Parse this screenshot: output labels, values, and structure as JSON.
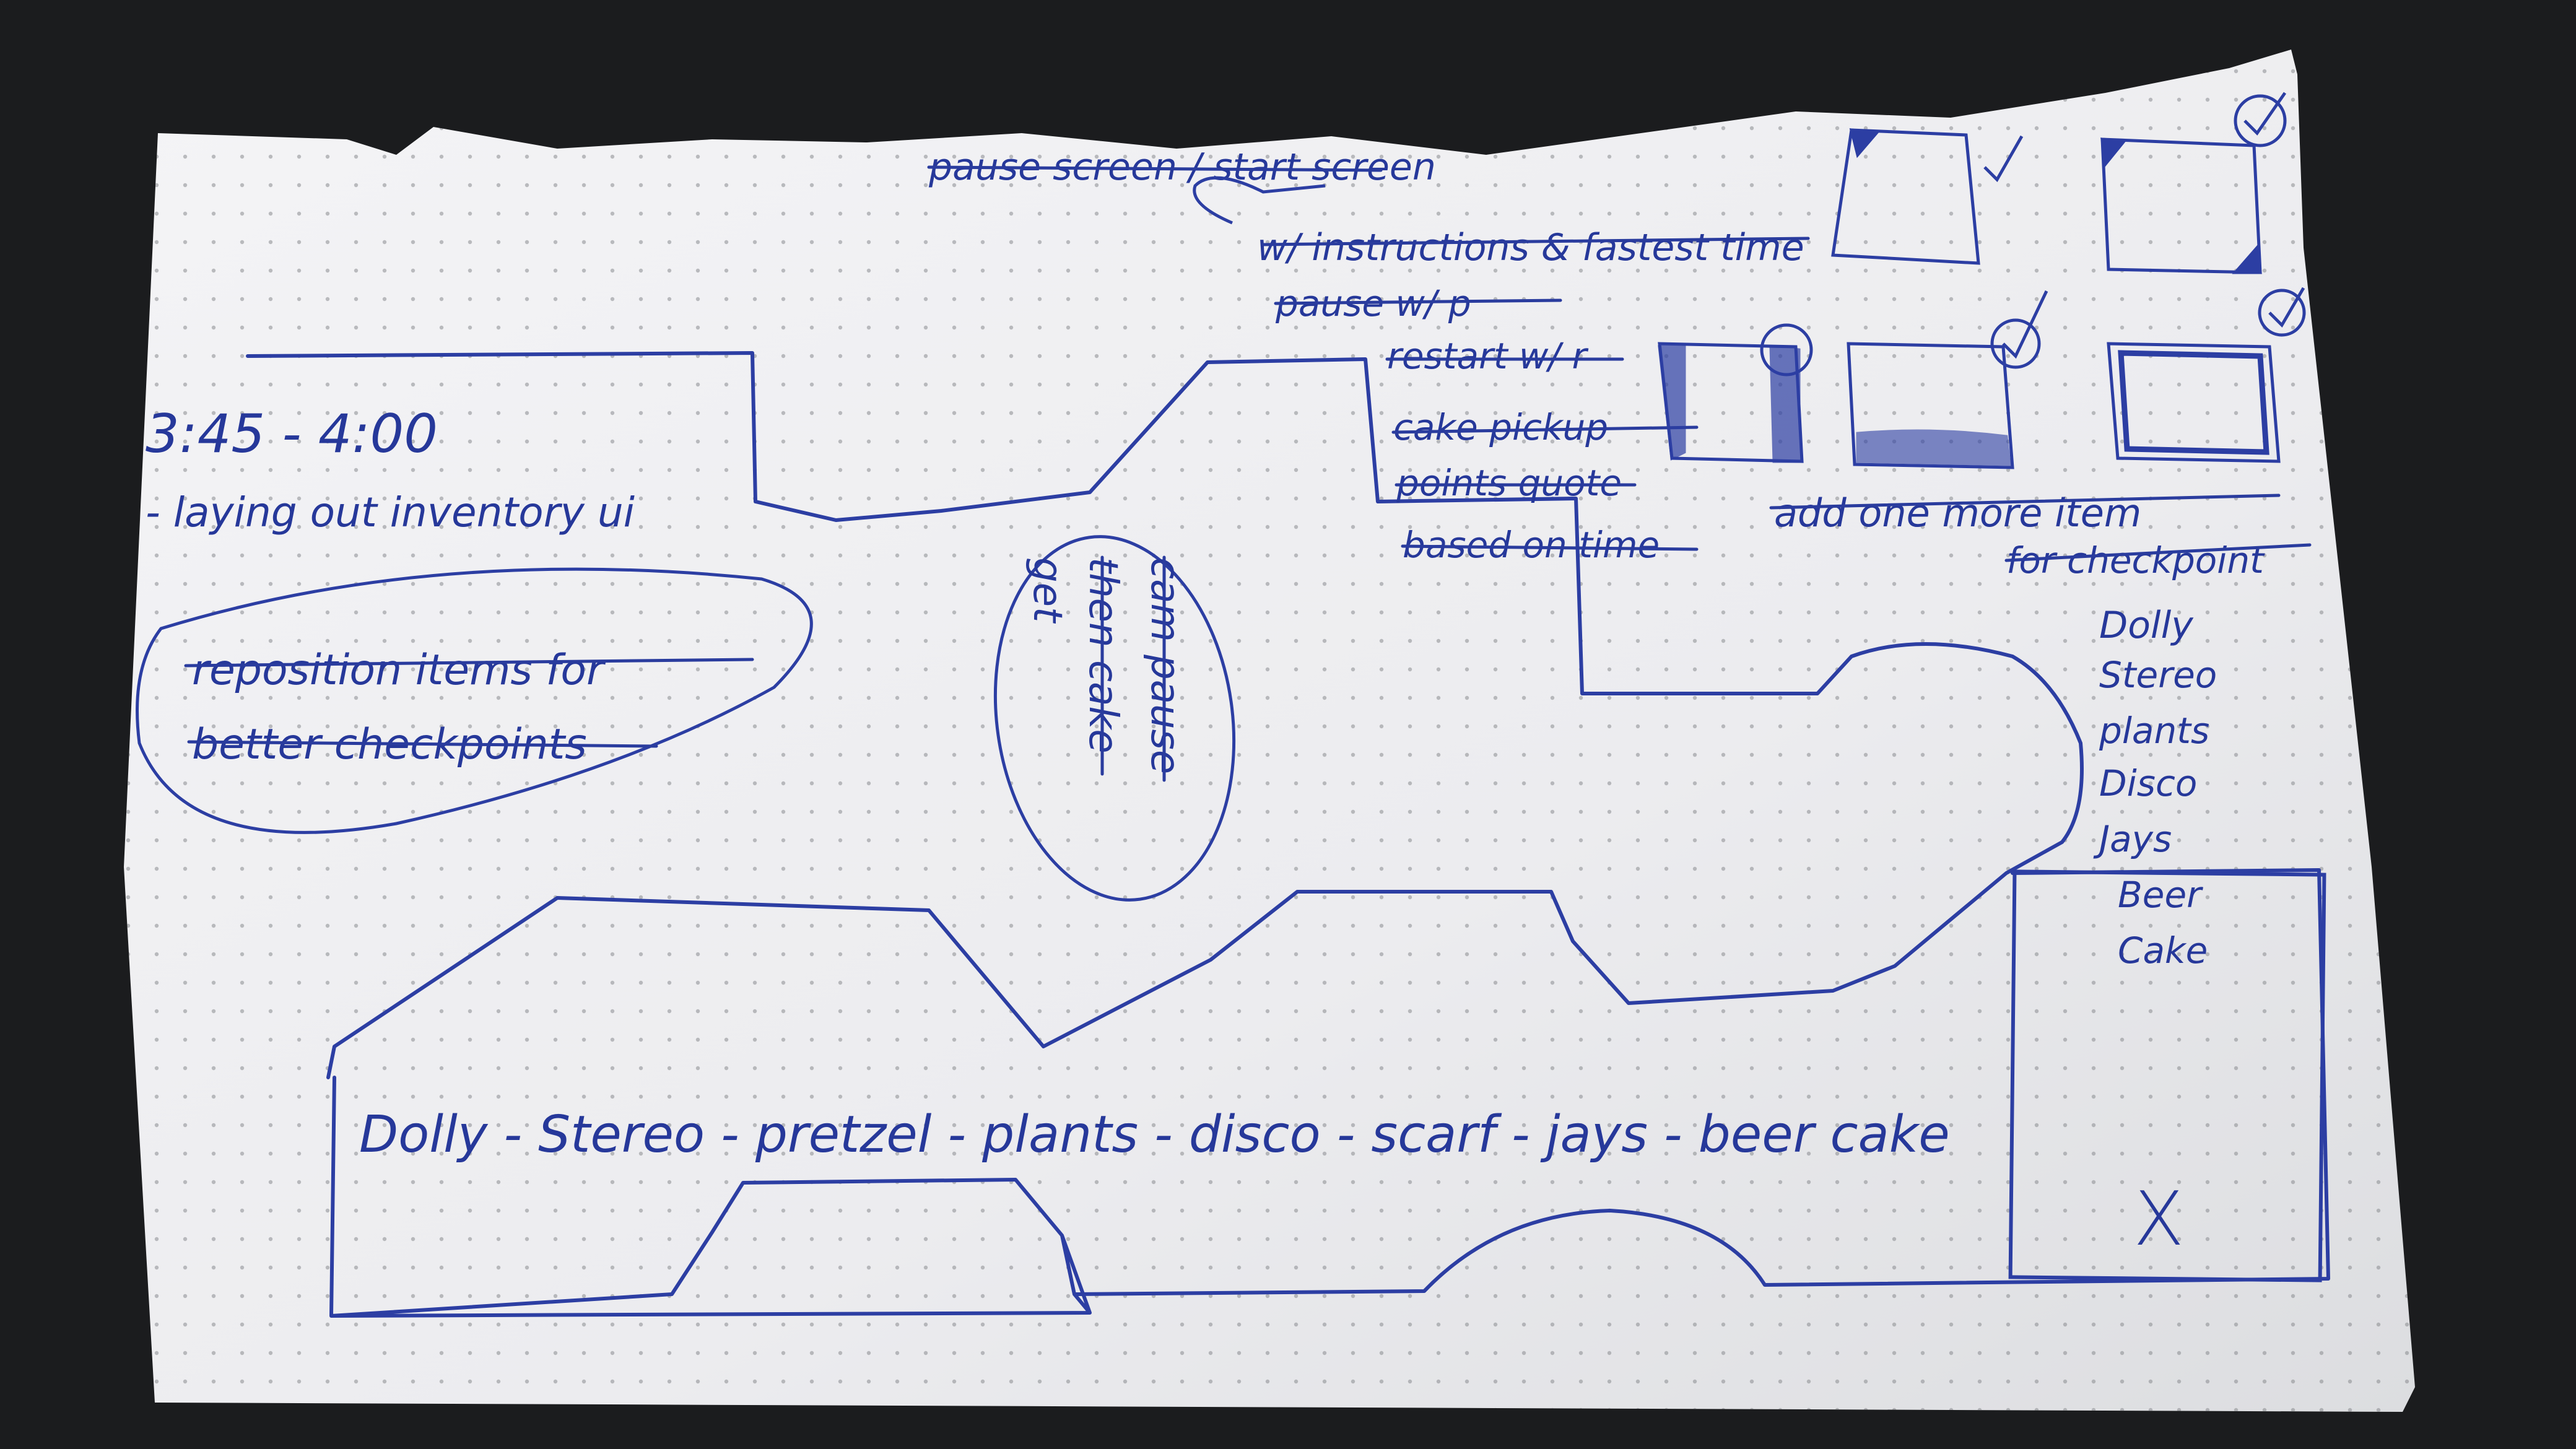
{
  "notes": {
    "time": "3:45 - 4:00",
    "task": "- laying out inventory ui",
    "circled_note_line1": "reposition items for",
    "circled_note_line2": "better checkpoints",
    "cam_pause_line1": "cam pause",
    "cam_pause_line2": "then cake",
    "cam_pause_line3": "get"
  },
  "todo": {
    "items": [
      "pause screen / start screen",
      "w/ instructions & fastest time",
      "pause w/ p",
      "restart w/ r",
      "cake pickup",
      "points quote",
      "based on time"
    ],
    "add_item_line1": "add one more item",
    "add_item_line2": "for checkpoint"
  },
  "checkpoint_list": [
    "Dolly",
    "Stereo",
    "plants",
    "Disco",
    "Jays",
    "Beer",
    "Cake"
  ],
  "item_sequence": "Dolly - Stereo - pretzel - plants - disco - scarf - jays - beer cake",
  "close_mark": "X",
  "colors": {
    "ink": "#2c3ea3",
    "paper": "#f1f1f3",
    "background": "#1b1c1e",
    "grid_dot": "#8a8c90"
  }
}
